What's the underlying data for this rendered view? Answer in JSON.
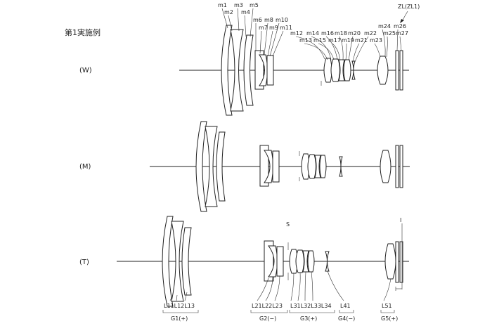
{
  "heading": "第1実施例",
  "rows": {
    "wide": "(W)",
    "middle": "(M)",
    "tele": "(T)"
  },
  "surface_labels": [
    "m1",
    "m2",
    "m3",
    "m4",
    "m5",
    "m6",
    "m7",
    "m8",
    "m9",
    "m10",
    "m11",
    "m12",
    "m13",
    "m14",
    "m15",
    "m16",
    "m17",
    "m18",
    "m19",
    "m20",
    "m21",
    "m22",
    "m23",
    "m24",
    "m25",
    "m26",
    "m27"
  ],
  "zl_label": "ZL(ZL1)",
  "stop_label": "S",
  "image_plane_label": "I",
  "lens_labels": {
    "g1": "L11L12L13",
    "g2": "L21L22L23",
    "g3": "L31L32L33L34",
    "g4": "L41",
    "g5": "L51"
  },
  "group_labels": {
    "g1": "G1(+)",
    "g2": "G2(−)",
    "g3": "G3(+)",
    "g4": "G4(−)",
    "g5": "G5(+)"
  }
}
